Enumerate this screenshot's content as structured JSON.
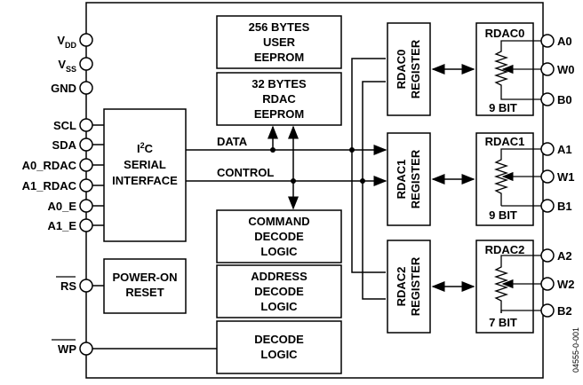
{
  "pins_left": [
    {
      "main": "V",
      "sub": "DD"
    },
    {
      "main": "V",
      "sub": "SS"
    },
    {
      "main": "GND",
      "sub": ""
    },
    {
      "main": "SCL",
      "sub": ""
    },
    {
      "main": "SDA",
      "sub": ""
    },
    {
      "main": "A0_RDAC",
      "sub": ""
    },
    {
      "main": "A1_RDAC",
      "sub": ""
    },
    {
      "main": "A0_E",
      "sub": ""
    },
    {
      "main": "A1_E",
      "sub": ""
    },
    {
      "main": "RS",
      "sub": ""
    },
    {
      "main": "WP",
      "sub": ""
    }
  ],
  "pins_right": [
    "A0",
    "W0",
    "B0",
    "A1",
    "W1",
    "B1",
    "A2",
    "W2",
    "B2"
  ],
  "blocks": {
    "user_eeprom": [
      "256 BYTES",
      "USER",
      "EEPROM"
    ],
    "rdac_eeprom": [
      "32 BYTES",
      "RDAC",
      "EEPROM"
    ],
    "i2c": {
      "i": "I",
      "sup": "2",
      "c": "C",
      "line2": "SERIAL",
      "line3": "INTERFACE"
    },
    "command": [
      "COMMAND",
      "DECODE",
      "LOGIC"
    ],
    "address": [
      "ADDRESS",
      "DECODE",
      "LOGIC"
    ],
    "decode": [
      "DECODE",
      "LOGIC"
    ],
    "power_on": [
      "POWER-ON",
      "RESET"
    ],
    "rdac0_reg": [
      "RDAC0",
      "REGISTER"
    ],
    "rdac1_reg": [
      "RDAC1",
      "REGISTER"
    ],
    "rdac2_reg": [
      "RDAC2",
      "REGISTER"
    ],
    "rdac0": {
      "name": "RDAC0",
      "bits": "9 BIT"
    },
    "rdac1": {
      "name": "RDAC1",
      "bits": "9 BIT"
    },
    "rdac2": {
      "name": "RDAC2",
      "bits": "7 BIT"
    }
  },
  "bus": {
    "data": "DATA",
    "control": "CONTROL"
  },
  "figure_code": "04555-0-001"
}
